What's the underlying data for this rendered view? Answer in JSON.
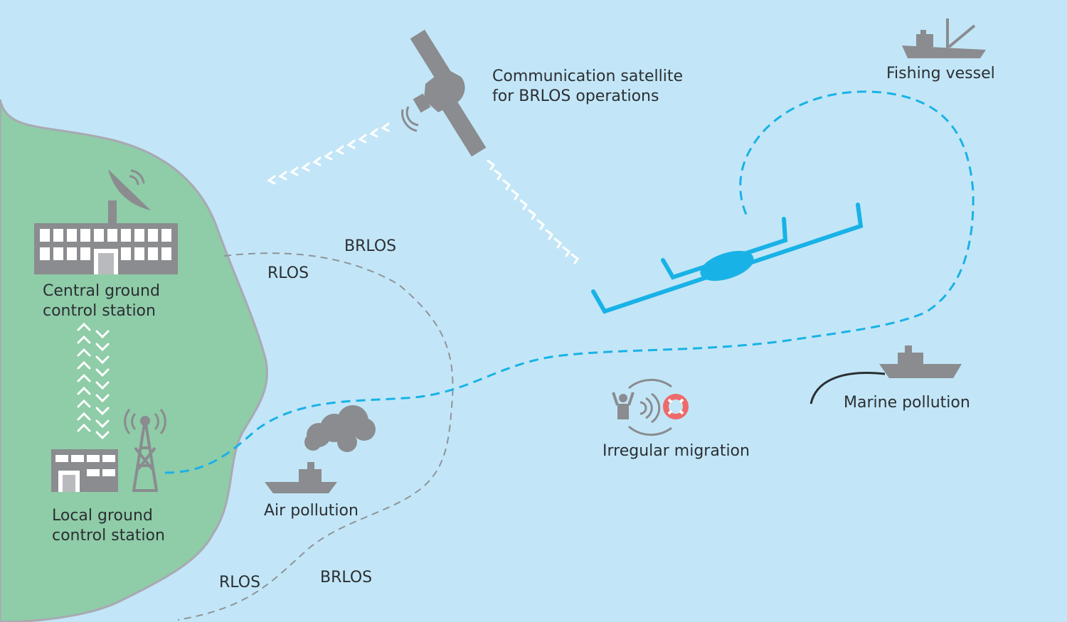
{
  "colors": {
    "sea": "#c2e6f7",
    "land": "#8fcca8",
    "land_border": "#a9a9b3",
    "icon_gray": "#8a8c8f",
    "drone_blue": "#19b2e6",
    "dashed_gray": "#8f9499",
    "lifebuoy_red": "#ee6a6a",
    "text": "#2b2f33"
  },
  "labels": {
    "satellite_line1": "Communication satellite",
    "satellite_line2": "for BRLOS operations",
    "fishing_vessel": "Fishing vessel",
    "central_line1": "Central ground",
    "central_line2": "control station",
    "local_line1": "Local ground",
    "local_line2": "control station",
    "brlos_top": "BRLOS",
    "rlos_top": "RLOS",
    "rlos_bottom": "RLOS",
    "brlos_bottom": "BRLOS",
    "air_pollution": "Air pollution",
    "irregular_migration": "Irregular migration",
    "marine_pollution": "Marine pollution"
  },
  "icons": {
    "satellite": "satellite-icon",
    "dish": "satellite-dish-icon",
    "central_building": "building-icon",
    "local_building": "building-icon",
    "radio_tower": "radio-tower-icon",
    "drone": "drone-icon",
    "fishing_boat": "fishing-boat-icon",
    "ship_air": "ship-icon",
    "ship_marine": "ship-icon",
    "cloud": "cloud-icon",
    "person": "person-waving-icon",
    "lifebuoy": "lifebuoy-icon"
  }
}
